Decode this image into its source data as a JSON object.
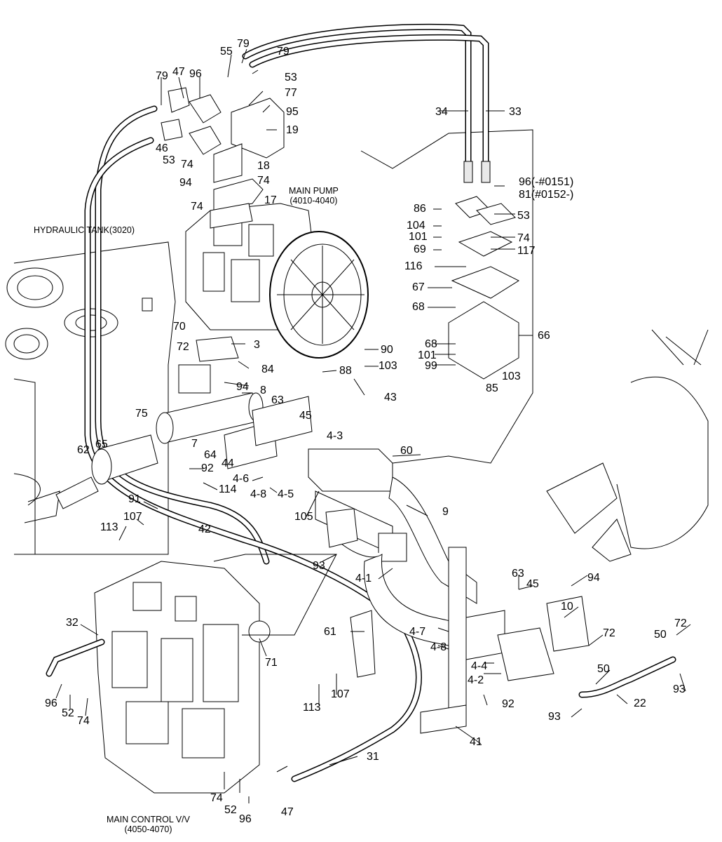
{
  "diagram": {
    "assembly_labels": {
      "hydraulic_tank": {
        "name": "HYDRAULIC TANK(3020)"
      },
      "main_pump": {
        "name": "MAIN PUMP",
        "range": "(4010-4040)"
      },
      "main_control_valve": {
        "name": "MAIN CONTROL V/V",
        "range": "(4050-4070)"
      }
    },
    "callouts": [
      {
        "id": "c1",
        "text": "79"
      },
      {
        "id": "c2",
        "text": "55"
      },
      {
        "id": "c3",
        "text": "79"
      },
      {
        "id": "c4",
        "text": "79"
      },
      {
        "id": "c5",
        "text": "47"
      },
      {
        "id": "c6",
        "text": "96"
      },
      {
        "id": "c7",
        "text": "53"
      },
      {
        "id": "c8",
        "text": "77"
      },
      {
        "id": "c9",
        "text": "95"
      },
      {
        "id": "c10",
        "text": "19"
      },
      {
        "id": "c11",
        "text": "34"
      },
      {
        "id": "c12",
        "text": "33"
      },
      {
        "id": "c13",
        "text": "46"
      },
      {
        "id": "c14",
        "text": "53"
      },
      {
        "id": "c15",
        "text": "74"
      },
      {
        "id": "c16",
        "text": "18"
      },
      {
        "id": "c17",
        "text": "94"
      },
      {
        "id": "c18",
        "text": "74"
      },
      {
        "id": "c19",
        "text": "17"
      },
      {
        "id": "c20",
        "text": "74"
      },
      {
        "id": "c21",
        "text": "96(-#0151)"
      },
      {
        "id": "c22",
        "text": "81(#0152-)"
      },
      {
        "id": "c23",
        "text": "86"
      },
      {
        "id": "c24",
        "text": "53"
      },
      {
        "id": "c25",
        "text": "104"
      },
      {
        "id": "c26",
        "text": "101"
      },
      {
        "id": "c27",
        "text": "74"
      },
      {
        "id": "c28",
        "text": "69"
      },
      {
        "id": "c29",
        "text": "117"
      },
      {
        "id": "c30",
        "text": "116"
      },
      {
        "id": "c31",
        "text": "67"
      },
      {
        "id": "c32",
        "text": "68"
      },
      {
        "id": "c33",
        "text": "70"
      },
      {
        "id": "c34",
        "text": "3"
      },
      {
        "id": "c35",
        "text": "72"
      },
      {
        "id": "c36",
        "text": "84"
      },
      {
        "id": "c37",
        "text": "90"
      },
      {
        "id": "c38",
        "text": "66"
      },
      {
        "id": "c39",
        "text": "68"
      },
      {
        "id": "c40",
        "text": "101"
      },
      {
        "id": "c41",
        "text": "99"
      },
      {
        "id": "c42",
        "text": "103"
      },
      {
        "id": "c43",
        "text": "88"
      },
      {
        "id": "c44",
        "text": "103"
      },
      {
        "id": "c45",
        "text": "85"
      },
      {
        "id": "c46",
        "text": "94"
      },
      {
        "id": "c47",
        "text": "8"
      },
      {
        "id": "c48",
        "text": "43"
      },
      {
        "id": "c49",
        "text": "75"
      },
      {
        "id": "c50",
        "text": "63"
      },
      {
        "id": "c51",
        "text": "45"
      },
      {
        "id": "c52",
        "text": "7"
      },
      {
        "id": "c53",
        "text": "4-3"
      },
      {
        "id": "c54",
        "text": "62"
      },
      {
        "id": "c55",
        "text": "65"
      },
      {
        "id": "c56",
        "text": "64"
      },
      {
        "id": "c57",
        "text": "44"
      },
      {
        "id": "c58",
        "text": "60"
      },
      {
        "id": "c59",
        "text": "92"
      },
      {
        "id": "c60",
        "text": "4-6"
      },
      {
        "id": "c61",
        "text": "114"
      },
      {
        "id": "c62",
        "text": "4-8"
      },
      {
        "id": "c63",
        "text": "4-5"
      },
      {
        "id": "c64",
        "text": "91"
      },
      {
        "id": "c65",
        "text": "9"
      },
      {
        "id": "c66",
        "text": "107"
      },
      {
        "id": "c67",
        "text": "105"
      },
      {
        "id": "c68",
        "text": "113"
      },
      {
        "id": "c69",
        "text": "42"
      },
      {
        "id": "c70",
        "text": "93"
      },
      {
        "id": "c71",
        "text": "4-1"
      },
      {
        "id": "c72",
        "text": "63"
      },
      {
        "id": "c73",
        "text": "94"
      },
      {
        "id": "c74",
        "text": "45"
      },
      {
        "id": "c75",
        "text": "10"
      },
      {
        "id": "c76",
        "text": "32"
      },
      {
        "id": "c77",
        "text": "61"
      },
      {
        "id": "c78",
        "text": "4-7"
      },
      {
        "id": "c79",
        "text": "72"
      },
      {
        "id": "c80",
        "text": "50"
      },
      {
        "id": "c81",
        "text": "4-8"
      },
      {
        "id": "c82",
        "text": "72"
      },
      {
        "id": "c83",
        "text": "71"
      },
      {
        "id": "c84",
        "text": "4-4"
      },
      {
        "id": "c85",
        "text": "4-2"
      },
      {
        "id": "c86",
        "text": "50"
      },
      {
        "id": "c87",
        "text": "93"
      },
      {
        "id": "c88",
        "text": "113"
      },
      {
        "id": "c89",
        "text": "107"
      },
      {
        "id": "c90",
        "text": "92"
      },
      {
        "id": "c91",
        "text": "22"
      },
      {
        "id": "c92",
        "text": "96"
      },
      {
        "id": "c93",
        "text": "52"
      },
      {
        "id": "c94",
        "text": "74"
      },
      {
        "id": "c95",
        "text": "93"
      },
      {
        "id": "c96",
        "text": "41"
      },
      {
        "id": "c97",
        "text": "31"
      },
      {
        "id": "c98",
        "text": "74"
      },
      {
        "id": "c99",
        "text": "52"
      },
      {
        "id": "c100",
        "text": "96"
      },
      {
        "id": "c101",
        "text": "47"
      }
    ]
  }
}
